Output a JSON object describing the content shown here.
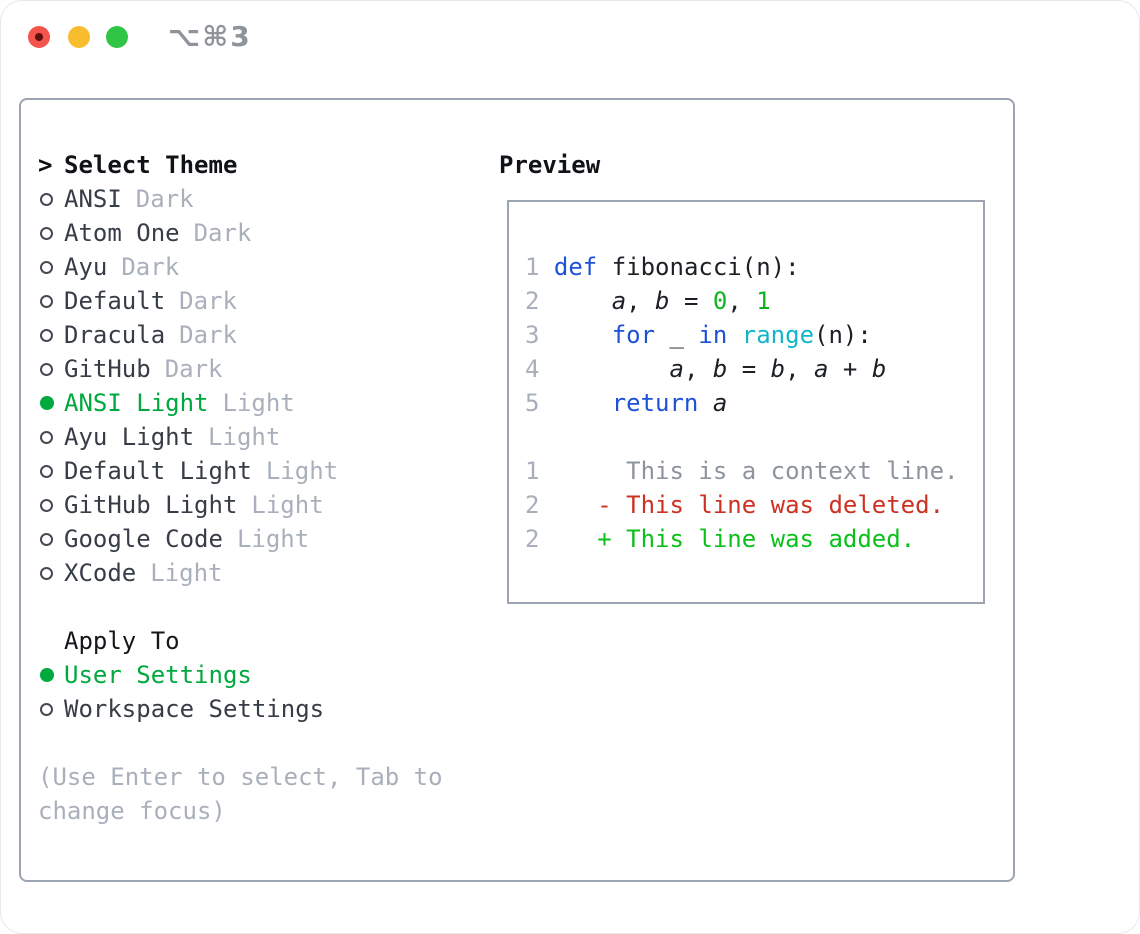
{
  "window": {
    "title": "⌥⌘3",
    "buttons": {
      "close": "close",
      "minimize": "minimize",
      "zoom": "zoom"
    },
    "unsaved_indicator": true
  },
  "theme_section": {
    "prompt": ">",
    "title": "Select Theme",
    "items": [
      {
        "name": "ANSI",
        "variant": "Dark",
        "selected": false
      },
      {
        "name": "Atom One",
        "variant": "Dark",
        "selected": false
      },
      {
        "name": "Ayu",
        "variant": "Dark",
        "selected": false
      },
      {
        "name": "Default",
        "variant": "Dark",
        "selected": false
      },
      {
        "name": "Dracula",
        "variant": "Dark",
        "selected": false
      },
      {
        "name": "GitHub",
        "variant": "Dark",
        "selected": false
      },
      {
        "name": "ANSI Light",
        "variant": "Light",
        "selected": true
      },
      {
        "name": "Ayu Light",
        "variant": "Light",
        "selected": false
      },
      {
        "name": "Default Light",
        "variant": "Light",
        "selected": false
      },
      {
        "name": "GitHub Light",
        "variant": "Light",
        "selected": false
      },
      {
        "name": "Google Code",
        "variant": "Light",
        "selected": false
      },
      {
        "name": "XCode",
        "variant": "Light",
        "selected": false
      }
    ]
  },
  "apply_section": {
    "title": "Apply To",
    "items": [
      {
        "label": "User Settings",
        "selected": true
      },
      {
        "label": "Workspace Settings",
        "selected": false
      }
    ]
  },
  "hint": {
    "lines": [
      "(Use Enter to select, Tab to",
      "change focus)"
    ]
  },
  "preview": {
    "title": "Preview",
    "code_lines": [
      {
        "no": "1",
        "segments": [
          {
            "t": "def",
            "c": "kw"
          },
          {
            "t": " fibonacci(n):",
            "c": "code"
          }
        ]
      },
      {
        "no": "2",
        "segments": [
          {
            "t": "    ",
            "c": "code"
          },
          {
            "t": "a",
            "c": "code",
            "i": true
          },
          {
            "t": ", ",
            "c": "code"
          },
          {
            "t": "b",
            "c": "code",
            "i": true
          },
          {
            "t": " = ",
            "c": "code"
          },
          {
            "t": "0",
            "c": "lit"
          },
          {
            "t": ", ",
            "c": "code"
          },
          {
            "t": "1",
            "c": "lit"
          }
        ]
      },
      {
        "no": "3",
        "segments": [
          {
            "t": "    ",
            "c": "code"
          },
          {
            "t": "for",
            "c": "kw"
          },
          {
            "t": " _ ",
            "c": "code"
          },
          {
            "t": "in",
            "c": "kw"
          },
          {
            "t": " ",
            "c": "code"
          },
          {
            "t": "range",
            "c": "fn"
          },
          {
            "t": "(n):",
            "c": "code"
          }
        ]
      },
      {
        "no": "4",
        "segments": [
          {
            "t": "        ",
            "c": "code"
          },
          {
            "t": "a",
            "c": "code",
            "i": true
          },
          {
            "t": ", ",
            "c": "code"
          },
          {
            "t": "b",
            "c": "code",
            "i": true
          },
          {
            "t": " = ",
            "c": "code"
          },
          {
            "t": "b",
            "c": "code",
            "i": true
          },
          {
            "t": ", ",
            "c": "code"
          },
          {
            "t": "a",
            "c": "code",
            "i": true
          },
          {
            "t": " + ",
            "c": "code"
          },
          {
            "t": "b",
            "c": "code",
            "i": true
          }
        ]
      },
      {
        "no": "5",
        "segments": [
          {
            "t": "    ",
            "c": "code"
          },
          {
            "t": "return",
            "c": "kw"
          },
          {
            "t": " ",
            "c": "code"
          },
          {
            "t": "a",
            "c": "code",
            "i": true
          }
        ]
      }
    ],
    "diff_lines": [
      {
        "no": "1",
        "segments": [
          {
            "t": "     This is a context line.",
            "c": "ctx"
          }
        ]
      },
      {
        "no": "2",
        "segments": [
          {
            "t": "   ",
            "c": "code"
          },
          {
            "t": "- This line was deleted.",
            "c": "del"
          }
        ]
      },
      {
        "no": "2",
        "segments": [
          {
            "t": "   ",
            "c": "code"
          },
          {
            "t": "+ This line was added.",
            "c": "add"
          }
        ]
      }
    ]
  },
  "colors": {
    "accent_green": "#00a93e",
    "keyword_blue": "#1e52d6",
    "function_cyan": "#10b7c9",
    "literal_green": "#0db41e",
    "deleted_red": "#cd3122",
    "added_green": "#0cc01b",
    "muted_gray": "#a9b0bc",
    "panel_border": "#9ba4b0",
    "titlebar_gray": "#8f949b",
    "traffic_red": "#f4544c",
    "traffic_yellow": "#f8bd2f",
    "traffic_green": "#31c545"
  }
}
